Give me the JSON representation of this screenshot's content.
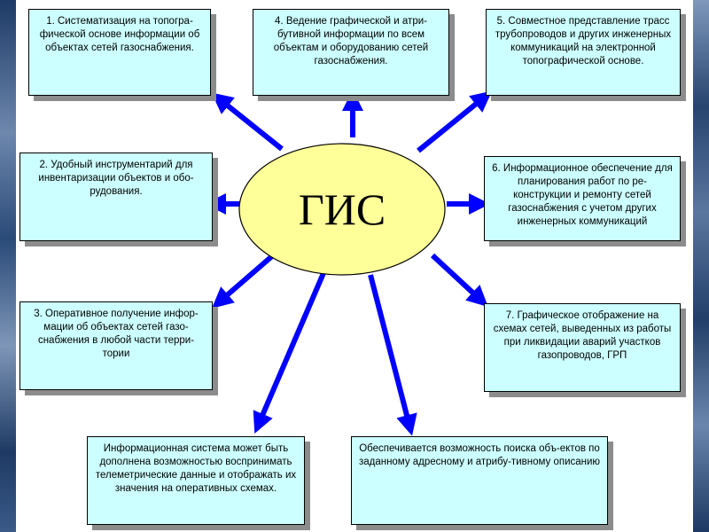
{
  "center": {
    "label": "ГИС",
    "fill": "#ffff99"
  },
  "colors": {
    "box_fill": "#ccffff",
    "arrow": "#0000ff",
    "shadow": "#8c8c8c"
  },
  "boxes": [
    {
      "text": "1. Систематизация на топогра-фической основе информации об объектах сетей газоснабжения."
    },
    {
      "text": "4. Ведение графической и атри-бутивной информации по всем объектам и оборудованию сетей газоснабжения."
    },
    {
      "text": "5. Совместное представление трасс трубопроводов и других инженерных коммуникаций на электронной топографической основе."
    },
    {
      "text": "2. Удобный инструментарий для инвентаризации объектов и обо-рудования."
    },
    {
      "text": "6. Информационное обеспечение для планирования работ по ре-конструкции и ремонту сетей газоснабжения с учетом других инженерных коммуникаций"
    },
    {
      "text": "3. Оперативное получение инфор-мации об объектах сетей газо-снабжения в любой части терри-тории"
    },
    {
      "text": "7. Графическое отображение на схемах сетей, выведенных из работы при ликвидации аварий участков газопроводов, ГРП"
    },
    {
      "text": "Информационная система может быть дополнена возможностью воспринимать телеметрические данные и отображать их значения на оперативных схемах."
    },
    {
      "text": "Обеспечивается возможность поиска объ-ектов по заданному адресному и атрибу-тивному описанию"
    }
  ]
}
